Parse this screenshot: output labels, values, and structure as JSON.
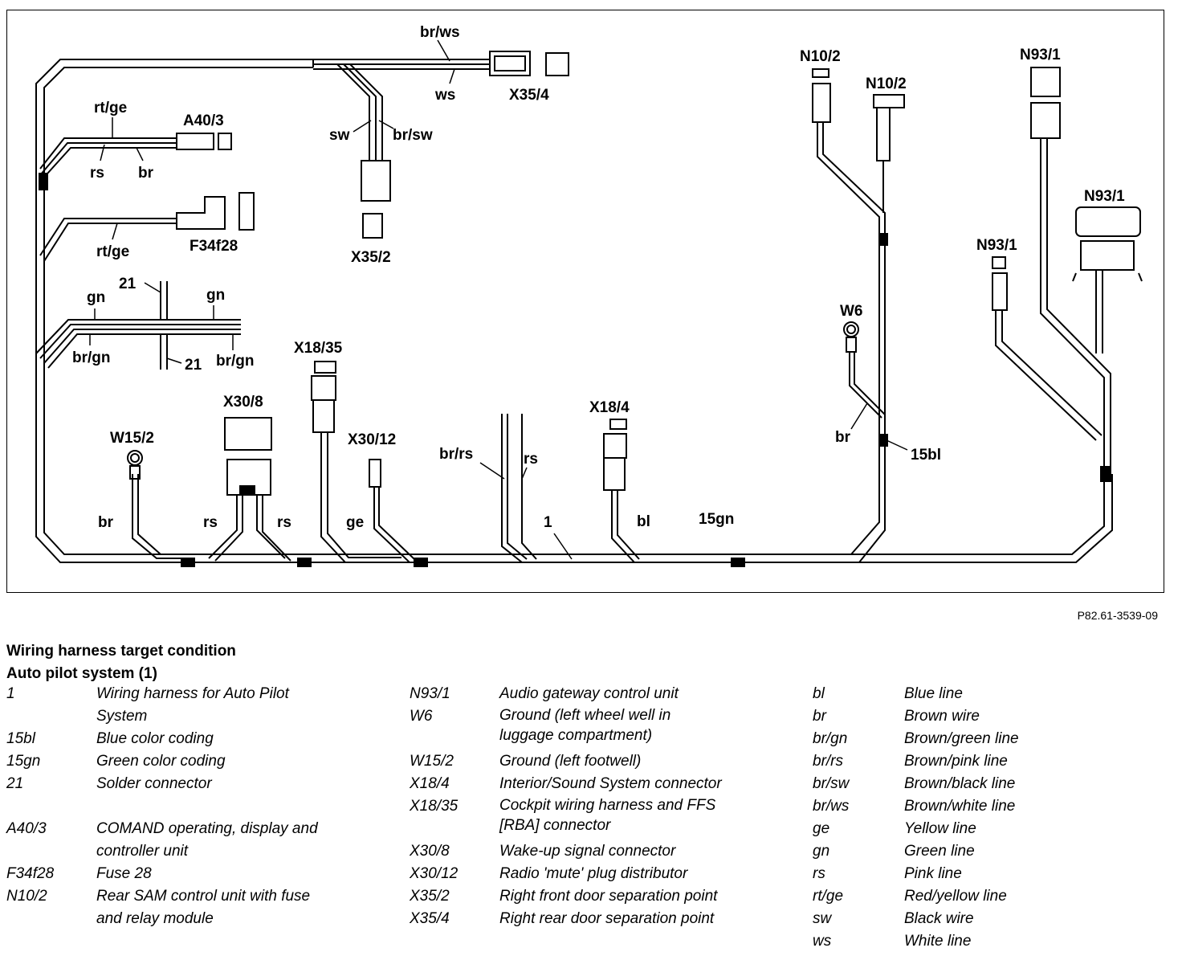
{
  "diagram": {
    "figure_id": "P82.61-3539-09",
    "labels": {
      "br_ws": "br/ws",
      "ws": "ws",
      "x35_4": "X35/4",
      "sw": "sw",
      "br_sw": "br/sw",
      "x35_2": "X35/2",
      "rt_ge_top": "rt/ge",
      "a40_3": "A40/3",
      "rs_top": "rs",
      "br_top": "br",
      "rt_ge_mid": "rt/ge",
      "f34f28": "F34f28",
      "n10_2_a": "N10/2",
      "n10_2_b": "N10/2",
      "n93_1_a": "N93/1",
      "n93_1_b": "N93/1",
      "n93_1_c": "N93/1",
      "w6": "W6",
      "br_w6": "br",
      "s15bl": "15bl",
      "s21_top": "21",
      "s21_bot": "21",
      "gn_left": "gn",
      "gn_right": "gn",
      "br_gn_left": "br/gn",
      "br_gn_right": "br/gn",
      "x18_35": "X18/35",
      "x30_8": "X30/8",
      "w15_2": "W15/2",
      "br_w15": "br",
      "rs_left": "rs",
      "rs_right": "rs",
      "x30_12": "X30/12",
      "ge": "ge",
      "br_rs": "br/rs",
      "rs_mid": "rs",
      "x18_4": "X18/4",
      "bl": "bl",
      "one": "1",
      "s15gn": "15gn"
    }
  },
  "caption": {
    "title_line1": "Wiring harness target condition",
    "title_line2": "Auto pilot system (1)"
  },
  "legend": {
    "col1": [
      {
        "code": "1",
        "desc": "Wiring harness for Auto Pilot\nSystem"
      },
      {
        "code": "15bl",
        "desc": "Blue color coding"
      },
      {
        "code": "15gn",
        "desc": "Green color coding"
      },
      {
        "code": "21",
        "desc": "Solder connector"
      },
      {
        "code": "A40/3",
        "desc": "COMAND operating, display and\ncontroller unit"
      },
      {
        "code": "F34f28",
        "desc": "Fuse 28"
      },
      {
        "code": "N10/2",
        "desc": "Rear SAM control unit with fuse\nand relay module"
      }
    ],
    "col2": [
      {
        "code": "N93/1",
        "desc": "Audio gateway control unit"
      },
      {
        "code": "W6",
        "desc": "Ground (left wheel well in\nluggage compartment)"
      },
      {
        "code": "W15/2",
        "desc": "Ground (left footwell)"
      },
      {
        "code": "X18/4",
        "desc": "Interior/Sound System connector"
      },
      {
        "code": "X18/35",
        "desc": "Cockpit wiring harness and FFS\n[RBA] connector"
      },
      {
        "code": "X30/8",
        "desc": "Wake-up signal connector"
      },
      {
        "code": "X30/12",
        "desc": "Radio 'mute' plug distributor"
      },
      {
        "code": "X35/2",
        "desc": "Right front door separation point"
      },
      {
        "code": "X35/4",
        "desc": "Right rear door separation point"
      }
    ],
    "col3": [
      {
        "code": "bl",
        "desc": "Blue line"
      },
      {
        "code": "br",
        "desc": "Brown wire"
      },
      {
        "code": "br/gn",
        "desc": "Brown/green line"
      },
      {
        "code": "br/rs",
        "desc": "Brown/pink line"
      },
      {
        "code": "br/sw",
        "desc": "Brown/black line"
      },
      {
        "code": "br/ws",
        "desc": "Brown/white line"
      },
      {
        "code": "ge",
        "desc": "Yellow line"
      },
      {
        "code": "gn",
        "desc": "Green line"
      },
      {
        "code": "rs",
        "desc": "Pink line"
      },
      {
        "code": "rt/ge",
        "desc": "Red/yellow line"
      },
      {
        "code": "sw",
        "desc": "Black wire"
      },
      {
        "code": "ws",
        "desc": "White line"
      }
    ]
  }
}
